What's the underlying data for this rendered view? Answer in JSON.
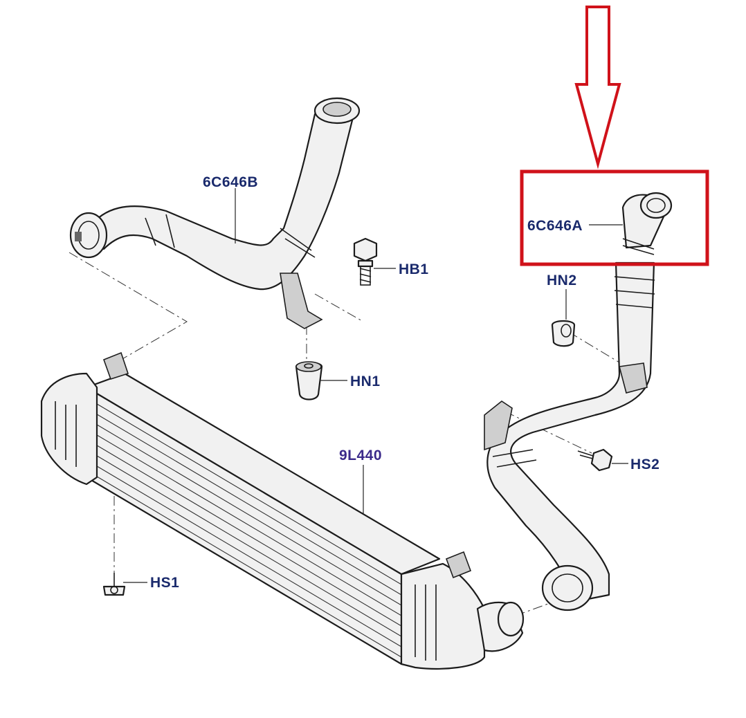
{
  "colors": {
    "label_text": "#1a2a6c",
    "highlight": "#d0121a",
    "line": "#1c1c1c"
  },
  "labels": {
    "hose_upper_left": "6C646B",
    "hose_highlighted": "6C646A",
    "bolt_hb1": "HB1",
    "nut_hn1": "HN1",
    "nut_hn2": "HN2",
    "intercooler": "9L440",
    "screw_hs1": "HS1",
    "screw_hs2": "HS2"
  }
}
